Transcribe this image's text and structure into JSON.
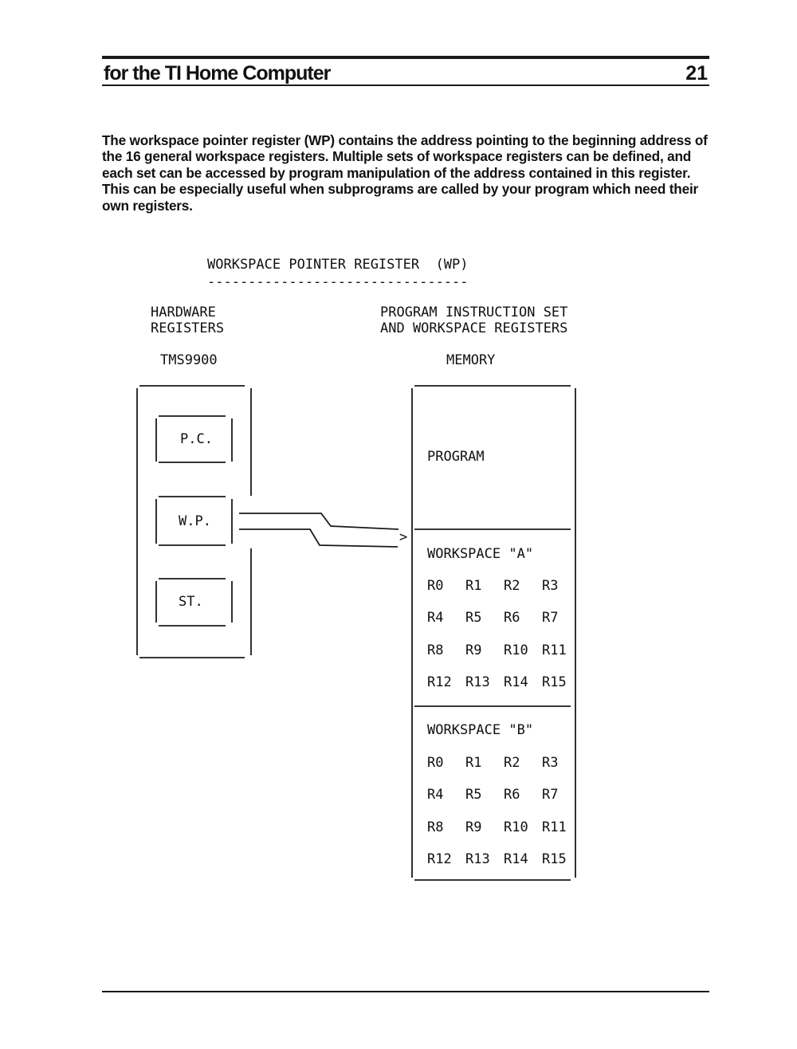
{
  "header": {
    "title": "for the TI Home Computer",
    "page_number": "21"
  },
  "paragraph": {
    "lines": [
      "The workspace pointer register (WP) contains the address pointing to the beginning address of",
      "the 16 general workspace registers. Multiple sets of workspace registers can be defined, and",
      "each set can be accessed by program manipulation of the address contained in this register.",
      "This can be especially useful when subprograms are called by your program which need their",
      "own registers."
    ]
  },
  "diagram": {
    "title": "WORKSPACE POINTER REGISTER  (WP)",
    "underline": "--------------------------------",
    "left_heading": [
      "HARDWARE",
      "REGISTERS"
    ],
    "left_chip": "TMS9900",
    "right_heading": [
      "PROGRAM INSTRUCTION SET",
      "AND WORKSPACE REGISTERS"
    ],
    "right_label": "MEMORY",
    "registers": [
      "P.C.",
      "W.P.",
      "ST."
    ],
    "arrow_head": ">",
    "program_label": "PROGRAM",
    "workspaces": [
      {
        "title": "WORKSPACE \"A\"",
        "rows": [
          [
            "R0",
            "R1",
            "R2",
            "R3"
          ],
          [
            "R4",
            "R5",
            "R6",
            "R7"
          ],
          [
            "R8",
            "R9",
            "R10",
            "R11"
          ],
          [
            "R12",
            "R13",
            "R14",
            "R15"
          ]
        ]
      },
      {
        "title": "WORKSPACE \"B\"",
        "rows": [
          [
            "R0",
            "R1",
            "R2",
            "R3"
          ],
          [
            "R4",
            "R5",
            "R6",
            "R7"
          ],
          [
            "R8",
            "R9",
            "R10",
            "R11"
          ],
          [
            "R12",
            "R13",
            "R14",
            "R15"
          ]
        ]
      }
    ]
  }
}
